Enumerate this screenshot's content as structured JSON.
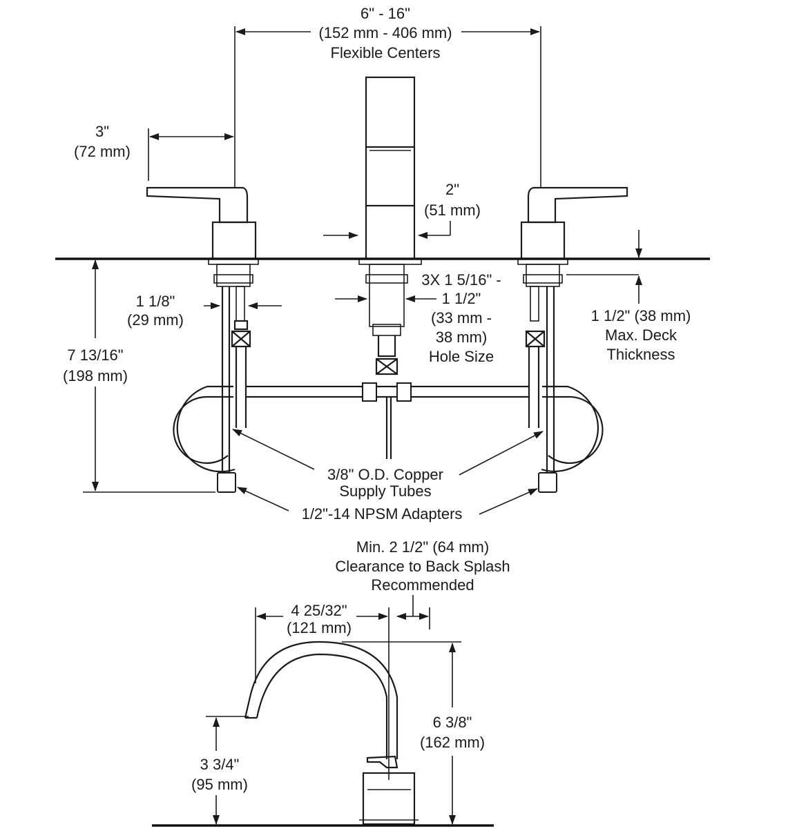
{
  "colors": {
    "line": "#1a1a1a",
    "background": "#ffffff"
  },
  "top_view": {
    "centers": {
      "line1": "6\" - 16\"",
      "line2": "(152 mm - 406 mm)",
      "line3": "Flexible Centers"
    },
    "handle_reach": {
      "line1": "3\"",
      "line2": "(72 mm)"
    },
    "spout_width": {
      "line1": "2\"",
      "line2": "(51 mm)"
    },
    "deck_thickness": {
      "line1": "1 1/2\" (38 mm)",
      "line2": "Max. Deck",
      "line3": "Thickness"
    },
    "overall_height": {
      "line1": "7 13/16\"",
      "line2": "(198 mm)"
    },
    "shank": {
      "line1": "1 1/8\"",
      "line2": "(29 mm)"
    },
    "hole_size": {
      "line1": "3X 1 5/16\" -",
      "line2": "1 1/2\"",
      "line3": "(33 mm -",
      "line4": "38 mm)",
      "line5": "Hole Size"
    },
    "supply_tubes": {
      "line1": "3/8\" O.D. Copper",
      "line2": "Supply Tubes"
    },
    "adapters": {
      "line1": "1/2\"-14 NPSM Adapters"
    }
  },
  "side_view": {
    "clearance": {
      "line1": "Min. 2 1/2\" (64 mm)",
      "line2": "Clearance to Back Splash",
      "line3": "Recommended"
    },
    "spout_reach": {
      "line1": "4 25/32\"",
      "line2": "(121 mm)"
    },
    "spout_height": {
      "line1": "6 3/8\"",
      "line2": "(162 mm)"
    },
    "outlet_height": {
      "line1": "3 3/4\"",
      "line2": "(95 mm)"
    }
  }
}
